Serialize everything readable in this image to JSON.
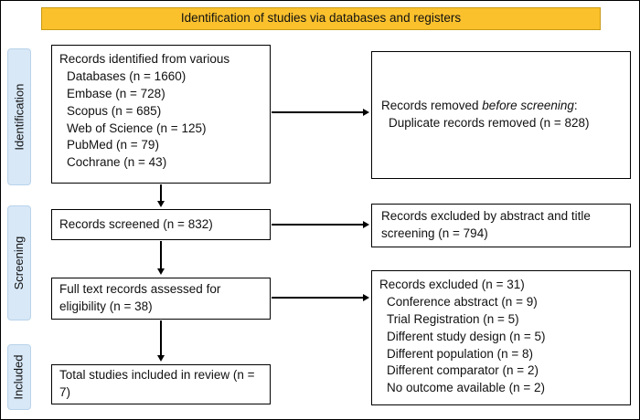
{
  "banner": {
    "title": "Identification of studies via databases and registers"
  },
  "stages": {
    "identification": "Identification",
    "screening": "Screening",
    "included": "Included"
  },
  "boxes": {
    "identified": {
      "title": "Records identified from various",
      "lines": [
        "Databases (n = 1660)",
        "Embase (n = 728)",
        "Scopus (n = 685)",
        "Web of Science (n = 125)",
        "PubMed (n = 79)",
        "Cochrane (n = 43)"
      ]
    },
    "removed": {
      "prefix": "Records removed ",
      "emphasis": "before screening",
      "suffix": ":",
      "lines": [
        "Duplicate records removed (n = 828)"
      ]
    },
    "screened": {
      "text": "Records screened (n = 832)"
    },
    "excluded_title_abstract": {
      "text": "Records excluded by abstract and title screening (n = 794)"
    },
    "full_text": {
      "text": "Full text records assessed for eligibility (n = 38)"
    },
    "excluded_full_text": {
      "title": "Records excluded (n = 31)",
      "lines": [
        "Conference abstract (n = 9)",
        "Trial Registration (n = 5)",
        "Different study design (n = 5)",
        "Different population (n = 8)",
        "Different comparator (n = 2)",
        "No outcome available (n = 2)"
      ]
    },
    "included_total": {
      "text": "Total studies included in review (n = 7)"
    }
  },
  "colors": {
    "banner_bg": "#FAC12D",
    "stage_bg": "#D8E8F7",
    "box_border": "#000000"
  }
}
